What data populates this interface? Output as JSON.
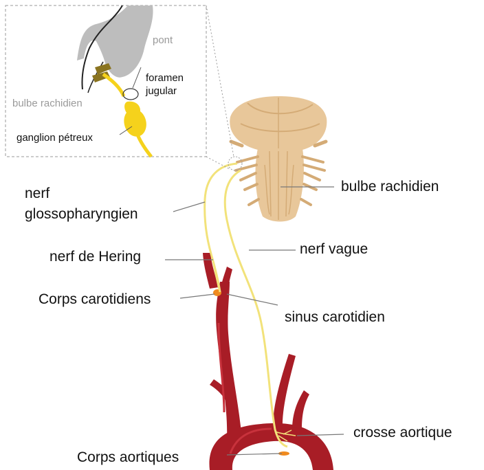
{
  "labels": {
    "bulbe_rachidien": "bulbe rachidien",
    "nerf_glosso_line1": "nerf",
    "nerf_glosso_line2": "glossopharyngien",
    "nerf_vague": "nerf vague",
    "nerf_de_hering": "nerf de Hering",
    "corps_carotidiens": "Corps carotidiens",
    "sinus_carotidien": "sinus carotidien",
    "crosse_aortique": "crosse aortique",
    "corps_aortiques": "Corps aortiques"
  },
  "inset": {
    "pont": "pont",
    "foramen_line1": "foramen",
    "foramen_line2": "jugular",
    "bulbe_rachidien": "bulbe rachidien",
    "ganglion_petreux": "ganglion pétreux"
  },
  "colors": {
    "artery": "#a81d26",
    "artery_highlight": "#c8323c",
    "nerve": "#f2e27a",
    "brainstem": "#e8c79a",
    "brainstem_shade": "#d4ab76",
    "inset_grey": "#bdbdbd",
    "ganglion": "#f5d21c",
    "root": "#8a7420",
    "carotid_body": "#f08a1e",
    "leader": "#777777"
  }
}
